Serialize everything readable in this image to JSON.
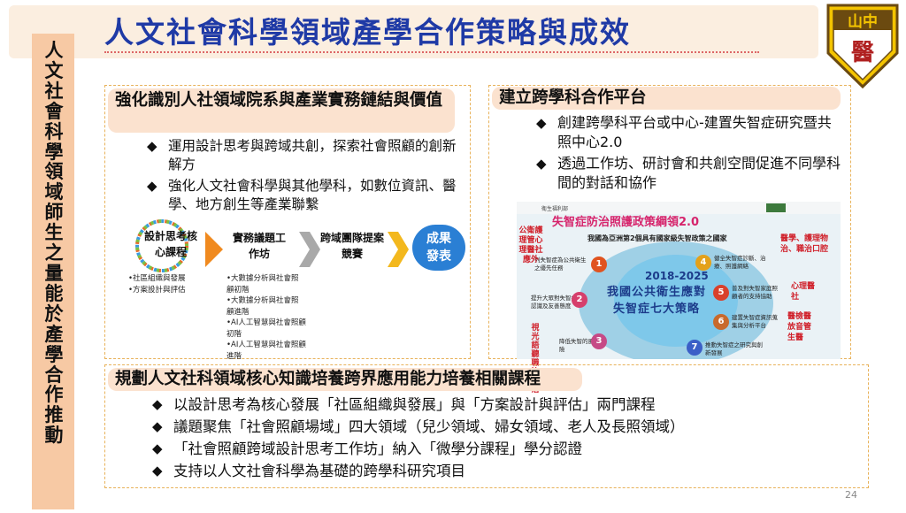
{
  "title": "人文社會科學領域產學合作策略與成效",
  "side_label": "人文社會科學領域師生之量能於產學合作推動",
  "logo": {
    "text_top": "山中",
    "text_bottom": "醫"
  },
  "left_section": {
    "heading": "強化識別人社領域院系與產業實務鏈結與價值",
    "bullets": [
      "運用設計思考與跨域共創，探索社會照顧的創新解方",
      "強化人文社會科學與其他學科，如數位資訊、醫學、地方創生等產業聯繫"
    ],
    "flow": {
      "step1": "設計思考核心課程",
      "step2": "實務議題工作坊",
      "step3": "跨域團隊提案競賽",
      "step4": "成果發表",
      "list1": [
        "社區組織與發展",
        "方案設計與評估"
      ],
      "list2": [
        "大數據分析與社會照顧初階",
        "大數據分析與社會照顧進階",
        "AI人工智慧與社會照顧初階",
        "AI人工智慧與社會照顧進階"
      ]
    }
  },
  "right_section": {
    "heading": "建立跨學科合作平台",
    "bullets": [
      "創建跨學科平台或中心-建置失智症研究暨共照中心2.0",
      "透過工作坊、研討會和共創空間促進不同學科間的對話和協作"
    ],
    "policy": {
      "ministry": "衛生福利部",
      "title": "失智症防治照護政策綱領2.0",
      "subtitle": "我國為亞洲第2個具有國家級失智政策之國家",
      "years": "2018-2025",
      "center": "我國公共衛生應對失智症七大策略",
      "items": [
        {
          "n": "1",
          "t": "列失智症為公共衛生之優先任務",
          "c": "#e0531f"
        },
        {
          "n": "2",
          "t": "提升大眾對失智症之認識及友善態度",
          "c": "#d63f6c"
        },
        {
          "n": "3",
          "t": "降低失智的風險",
          "c": "#c64a86"
        },
        {
          "n": "4",
          "t": "健全失智症診斷、治療、照護網絡",
          "c": "#e4a11b"
        },
        {
          "n": "5",
          "t": "普及對失智家庭照顧者的支持協助",
          "c": "#d9402b"
        },
        {
          "n": "6",
          "t": "建置失智症資訊蒐集與分析平台",
          "c": "#c86a2c"
        },
        {
          "n": "7",
          "t": "推動失智症之研究與創新發展",
          "c": "#3b5fc7"
        }
      ],
      "side_left_1": "公衛護理管心理醫社應外",
      "side_left_2": "視光語聽職治物治",
      "side_right_1": "醫學、護理物治、職治口腔",
      "side_right_2": "心理醫社",
      "side_right_3": "醫檢醫放音管生醫"
    }
  },
  "bottom_section": {
    "heading": "規劃人文社科領域核心知識培養跨界應用能力培養相關課程",
    "bullets": [
      "以設計思考為核心發展「社區組織與發展」與「方案設計與評估」兩門課程",
      "議題聚焦「社會照顧場域」四大領域（兒少領域、婦女領域、老人及長照領域）",
      "「社會照顧跨域設計思考工作坊」納入「微學分課程」學分認證",
      "支持以人文社會科學為基礎的跨學科研究項目"
    ]
  },
  "page_number": "24"
}
